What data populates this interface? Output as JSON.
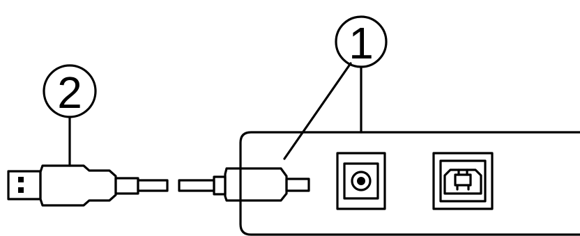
{
  "callouts": [
    {
      "id": "callout-1",
      "number": "1"
    },
    {
      "id": "callout-2",
      "number": "2"
    }
  ],
  "icons": [
    "usb-a-connector-icon",
    "barrel-plug-icon",
    "dc-power-jack-icon",
    "usb-b-port-icon",
    "device-panel"
  ]
}
